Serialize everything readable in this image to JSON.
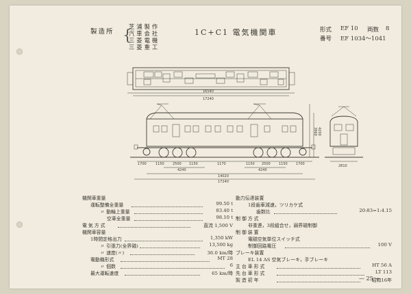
{
  "header": {
    "manufacturer_label": "製造所",
    "makers": [
      "芝浦製作",
      "汽車会社",
      "三菱電機",
      "三菱重工"
    ],
    "title": "1C+C1 電気機関車",
    "type_label": "形式",
    "type_value": "EF 10",
    "count_label": "両数",
    "count_value": "8",
    "number_label": "番号",
    "number_value": "EF 1034〜1041"
  },
  "drawing": {
    "dims_plan": [
      "16540",
      "17240"
    ],
    "dims_side_bottom": [
      "1700",
      "1150",
      "2500",
      "1150",
      "1170",
      "1150",
      "2500",
      "1150",
      "1700"
    ],
    "dims_side_mid": [
      "4240",
      "4240"
    ],
    "dims_side_total": [
      "14020",
      "17240"
    ],
    "dims_height": [
      "3960",
      "4200"
    ],
    "dim_end_width": "2810"
  },
  "left_specs": [
    {
      "label": "機関車重量",
      "value": ""
    },
    {
      "label": "運転整備全重量",
      "value": "99.50 t"
    },
    {
      "label": "〃 動輪上重量",
      "value": "83.40 t"
    },
    {
      "label": "空車全重量",
      "value": "98.10 t"
    },
    {
      "label": "電気方式",
      "value": "直流 1,500 V"
    },
    {
      "label": "機関車容量",
      "value": ""
    },
    {
      "label": "1時間定格出力",
      "value": "1,350 kW"
    },
    {
      "label": "〃 引張力(全界磁)",
      "value": "13,500 kg"
    },
    {
      "label": "〃 速度(〃)",
      "value": "36.0 km/時"
    },
    {
      "label": "電動機形式",
      "value": "MT 28"
    },
    {
      "label": "〃 個数",
      "value": "6"
    },
    {
      "label": "最大運転速度",
      "value": "65 km/時"
    }
  ],
  "right_specs": [
    {
      "label": "動力伝達装置",
      "value": ""
    },
    {
      "label": "1段歯車減速，ツリカケ式",
      "value": ""
    },
    {
      "label": "歯数比",
      "value": "20:83=1:4.15"
    },
    {
      "label": "制御方式",
      "value": ""
    },
    {
      "label": "非重連，3段組合せ，弱界磁制御",
      "value": ""
    },
    {
      "label": "制御装置",
      "value": ""
    },
    {
      "label": "電磁空気単位スイッチ式",
      "value": ""
    },
    {
      "label": "制御回路電圧",
      "value": "100 V"
    },
    {
      "label": "ブレーキ装置",
      "value": ""
    },
    {
      "label": "EL 14 AS 空気ブレーキ，手ブレーキ",
      "value": ""
    },
    {
      "label": "主台車形式",
      "value": "HT 56 A"
    },
    {
      "label": "先台車形式",
      "value": "LT 113"
    },
    {
      "label": "製造初年",
      "value": "昭和16年"
    }
  ],
  "page_number": "— 25 —"
}
